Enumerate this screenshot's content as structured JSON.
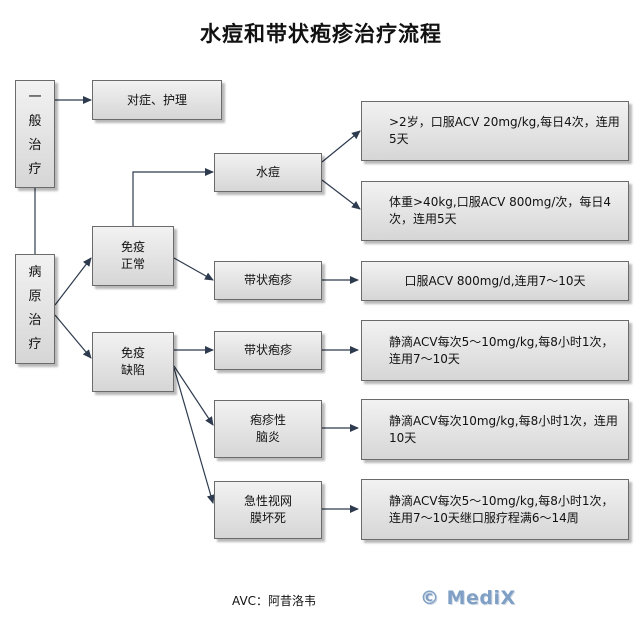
{
  "title": "水痘和带状疱疹治疗流程",
  "nodes": {
    "general_treatment": [
      "一",
      "般",
      "治",
      "疗"
    ],
    "symptomatic_care": "对症、护理",
    "etiological_treatment": [
      "病",
      "原",
      "治",
      "疗"
    ],
    "immune_normal": [
      "免疫",
      "正常"
    ],
    "immune_deficient": [
      "免疫",
      "缺陷"
    ],
    "varicella": "水痘",
    "herpes_zoster_normal": "带状疱疹",
    "herpes_zoster_deficient": "带状疱疹",
    "zoster_encephalitis": [
      "疱疹性",
      "脑炎"
    ],
    "acute_retinal_necrosis": [
      "急性视网",
      "膜坏死"
    ],
    "rx_child": ">2岁，口服ACV 20mg/kg,每日4次，连用5天",
    "rx_adult": "体重>40kg,口服ACV 800mg/次，每日4次，连用5天",
    "rx_zoster_normal": "口服ACV 800mg/d,连用7～10天",
    "rx_zoster_deficient": "静滴ACV每次5～10mg/kg,每8小时1次，连用7～10天",
    "rx_encephalitis": "静滴ACV每次10mg/kg,每8小时1次，连用10天",
    "rx_arn": "静滴ACV每次5～10mg/kg,每8小时1次，连用7～10天继口服疗程满6～14周"
  },
  "footer": {
    "note": "AVC：阿昔洛韦",
    "logo": "© MediX"
  },
  "colors": {
    "arrow": "#2e3b4e",
    "box_border": "#6b6b6b",
    "logo": "#7f9fc4"
  }
}
